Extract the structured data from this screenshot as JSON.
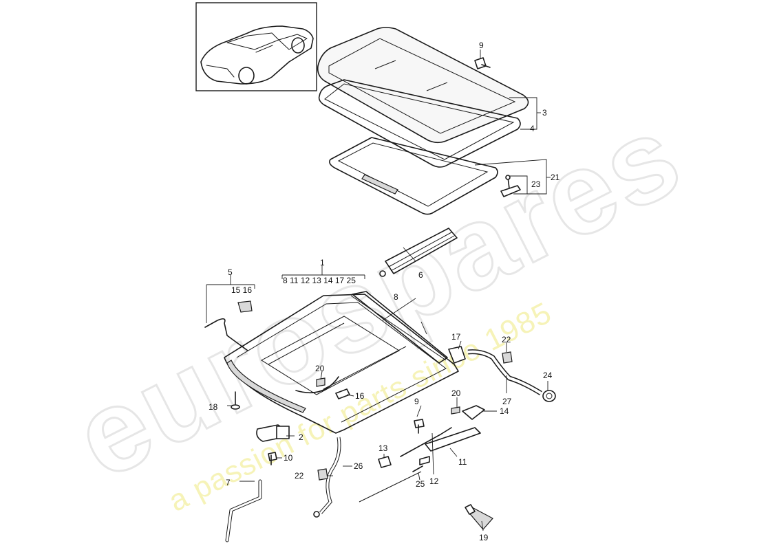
{
  "watermark": {
    "brand": "eurospares",
    "tagline": "a passion for parts since 1985",
    "brand_color": "#e6e6e6",
    "tagline_color": "#f6f3b8"
  },
  "thumbnail": {
    "icon": "car-thumbnail-icon"
  },
  "callouts": {
    "c1": "1",
    "c1_sub": "8 11 12 13 14 17 25",
    "c2": "2",
    "c3": "3",
    "c4": "4",
    "c5": "5",
    "c5_sub": "15 16",
    "c6": "6",
    "c7": "7",
    "c8": "8",
    "c9a": "9",
    "c9b": "9",
    "c10": "10",
    "c11": "11",
    "c12": "12",
    "c13": "13",
    "c14": "14",
    "c16": "16",
    "c17": "17",
    "c18": "18",
    "c19": "19",
    "c20a": "20",
    "c20b": "20",
    "c21": "21",
    "c22a": "22",
    "c22b": "22",
    "c23": "23",
    "c24": "24",
    "c25": "25",
    "c26": "26",
    "c27": "27"
  }
}
